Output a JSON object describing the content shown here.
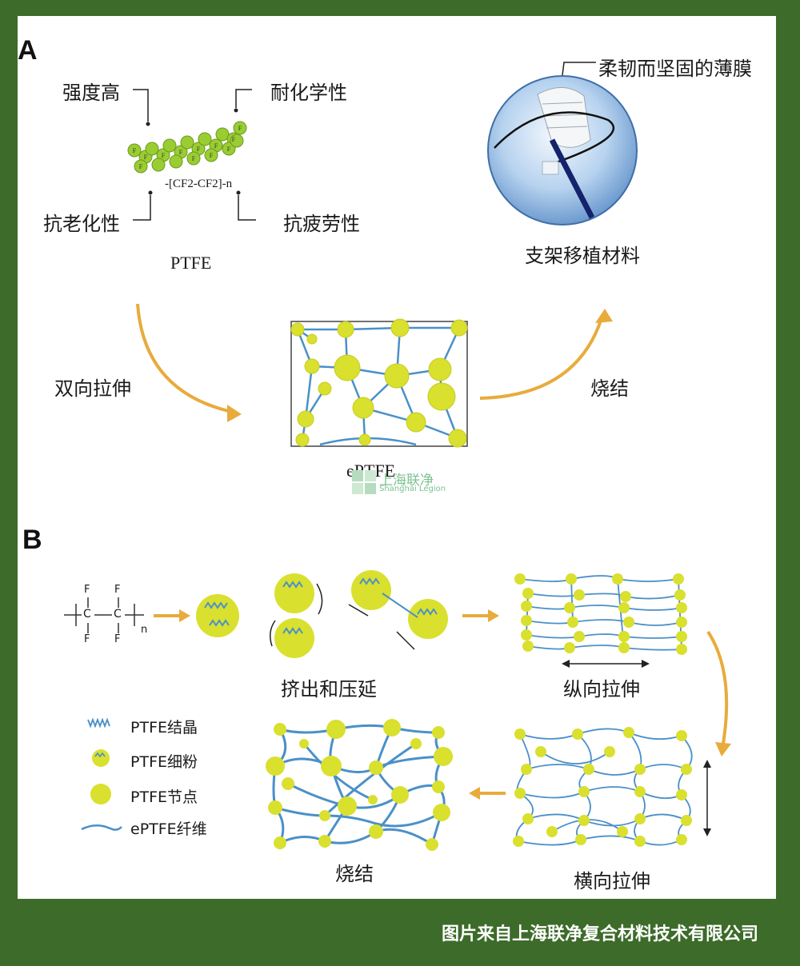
{
  "panel_a": {
    "letter": "A",
    "props": {
      "strength": "强度高",
      "chemical": "耐化学性",
      "aging": "抗老化性",
      "fatigue": "抗疲劳性"
    },
    "formula": "-[CF2-CF2]-n",
    "ptfe": "PTFE",
    "membrane": "柔韧而坚固的薄膜",
    "stent": "支架移植材料",
    "biaxial": "双向拉伸",
    "sinter": "烧结",
    "eptfe": "ePTFE"
  },
  "watermark": {
    "cn": "上海联净",
    "en": "Shanghai Legion"
  },
  "panel_b": {
    "letter": "B",
    "atom_f": "F",
    "atom_c": "C",
    "sub_n": "n",
    "extrude": "挤出和压延",
    "longitudinal": "纵向拉伸",
    "transverse": "横向拉伸",
    "sinter": "烧结",
    "legend": [
      {
        "label": "PTFE结晶",
        "icon": "crystal-icon"
      },
      {
        "label": "PTFE细粉",
        "icon": "powder-icon"
      },
      {
        "label": "PTFE节点",
        "icon": "node-icon"
      },
      {
        "label": "ePTFE纤维",
        "icon": "fiber-icon"
      }
    ]
  },
  "footer": "图片来自上海联净复合材料技术有限公司",
  "colors": {
    "frame": "#3d6b2a",
    "node": "#d9e02e",
    "fiber": "#4a90c8",
    "arrow": "#e8ab3c"
  }
}
